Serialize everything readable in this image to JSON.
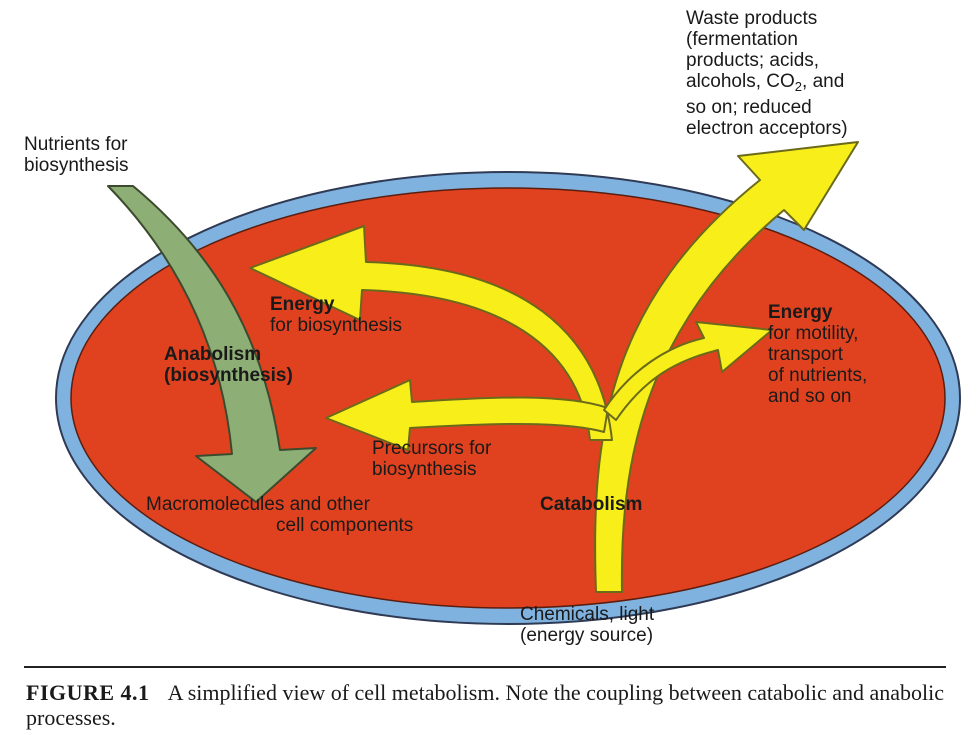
{
  "labels": {
    "waste": [
      "Waste products",
      "(fermentation",
      "products; acids,",
      "so on; reduced",
      "electron acceptors)"
    ],
    "waste_co2_line": {
      "before": "alcohols, CO",
      "sub": "2",
      "after": ", and"
    },
    "nutrients": [
      "Nutrients for",
      "biosynthesis"
    ],
    "energy_biosynthesis": {
      "title": "Energy",
      "lines": [
        "for biosynthesis"
      ]
    },
    "anabolism": [
      "Anabolism",
      "(biosynthesis)"
    ],
    "energy_motility": {
      "title": "Energy",
      "lines": [
        "for motility,",
        "transport",
        "of nutrients,",
        "and so on"
      ]
    },
    "precursors": [
      "Precursors for",
      "biosynthesis"
    ],
    "macromolecules": [
      "Macromolecules and other",
      "cell components"
    ],
    "catabolism": "Catabolism",
    "chemicals": [
      "Chemicals, light",
      "(energy source)"
    ]
  },
  "caption": {
    "figure": "FIGURE 4.1",
    "text": "A simplified view of cell metabolism. Note the coupling between catabolic and anabolic processes."
  },
  "colors": {
    "cell_fill": "#e0421f",
    "membrane": "#7fb2df",
    "catabolic_arrow": "#f7ee1a",
    "anabolic_arrow": "#8dae74"
  }
}
